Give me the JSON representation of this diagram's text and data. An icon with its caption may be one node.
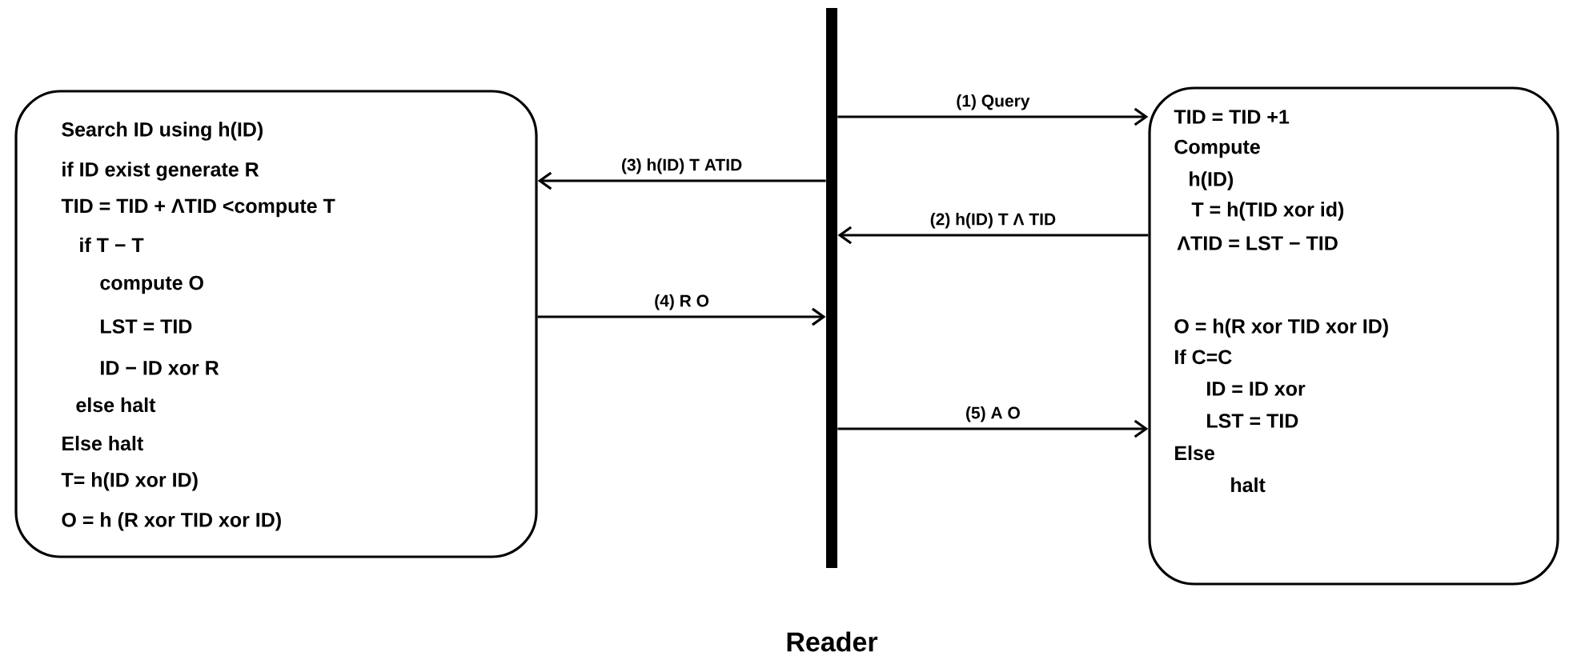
{
  "diagram": {
    "nodes": [
      {
        "text": [
          "Search ID using h(ID)",
          "if ID exist generate R",
          "TID = TID + ΛTID <compute T",
          "if T − T",
          "compute O",
          "LST = TID",
          "ID − ID xor R",
          "else halt",
          "Else halt",
          "T= h(ID xor ID)",
          "O = h (R xor TID xor ID)"
        ]
      },
      {
        "text": [
          "Reader"
        ]
      },
      {
        "text": [
          "TID = TID +1",
          "Compute",
          "h(ID)",
          "T = h(TID xor id)",
          "ΛTID = LST − TID",
          "O = h(R xor TID xor ID)",
          "If C=C",
          "ID = ID xor",
          "LST = TID",
          "Else",
          "halt"
        ]
      }
    ],
    "edges": [
      {
        "from": 1,
        "to": 2,
        "arrow": "to",
        "label": "(1) Query"
      },
      {
        "from": 2,
        "to": 1,
        "arrow": "to",
        "label": "(2) h(ID) T Λ TID"
      },
      {
        "from": 1,
        "to": 0,
        "arrow": "to",
        "label": "(3) h(ID) T ATID"
      },
      {
        "from": 0,
        "to": 1,
        "arrow": "to",
        "label": "(4) R O"
      },
      {
        "from": 1,
        "to": 2,
        "arrow": "to",
        "label": "(5) A O"
      }
    ]
  }
}
